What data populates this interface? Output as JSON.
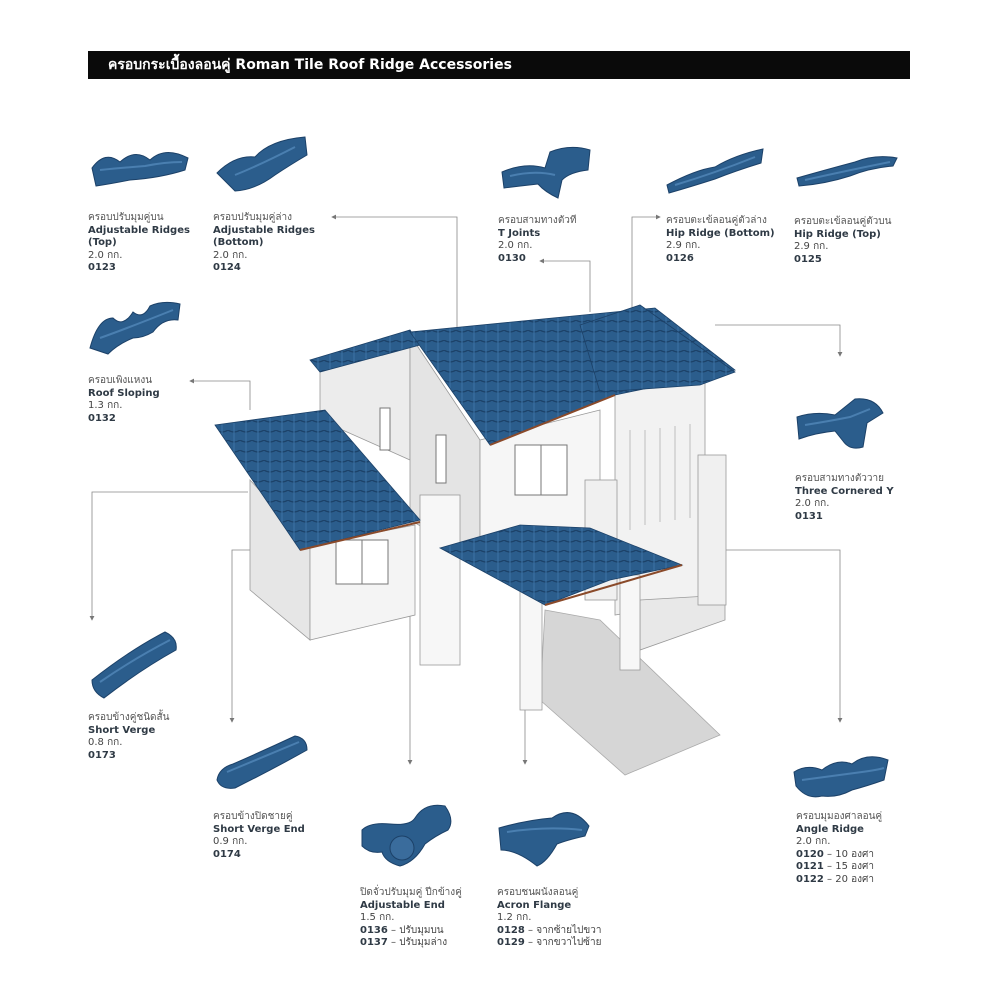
{
  "title": "ครอบกระเบื้องลอนคู่ Roman Tile Roof Ridge Accessories",
  "colors": {
    "tile": "#2b5d8c",
    "tile_dark": "#1c4168",
    "tile_light": "#4a7fb0",
    "header_bg": "#0a0a0a",
    "wall": "#f2f2f2"
  },
  "items": [
    {
      "th": "ครอบปรับมุมคู่บน",
      "en": [
        "Adjustable Ridges",
        "(Top)"
      ],
      "weight": "2.0 กก.",
      "code": "0123"
    },
    {
      "th": "ครอบปรับมุมคู่ล่าง",
      "en": [
        "Adjustable Ridges",
        "(Bottom)"
      ],
      "weight": "2.0 กก.",
      "code": "0124"
    },
    {
      "th": "ครอบสามทางตัวที",
      "en": [
        "T Joints"
      ],
      "weight": "2.0 กก.",
      "code": "0130"
    },
    {
      "th": "ครอบตะเข้ลอนคู่ตัวล่าง",
      "en": [
        "Hip Ridge (Bottom)"
      ],
      "weight": "2.9 กก.",
      "code": "0126"
    },
    {
      "th": "ครอบตะเข้ลอนคู่ตัวบน",
      "en": [
        "Hip Ridge (Top)"
      ],
      "weight": "2.9 กก.",
      "code": "0125"
    },
    {
      "th": "ครอบเพิงแหงน",
      "en": [
        "Roof Sloping"
      ],
      "weight": "1.3 กก.",
      "code": "0132"
    },
    {
      "th": "ครอบสามทางตัววาย",
      "en": [
        "Three Cornered Y"
      ],
      "weight": "2.0 กก.",
      "code": "0131"
    },
    {
      "th": "ครอบข้างคู่ชนิดสั้น",
      "en": [
        "Short Verge"
      ],
      "weight": "0.8 กก.",
      "code": "0173"
    },
    {
      "th": "ครอบข้างปิดชายคู่",
      "en": [
        "Short Verge End"
      ],
      "weight": "0.9 กก.",
      "code": "0174"
    },
    {
      "th": "ปิดจั่วปรับมุมคู่ ปีกข้างคู่",
      "en": [
        "Adjustable End"
      ],
      "weight": "1.5 กก.",
      "codes": [
        {
          "code": "0136",
          "desc": "–  ปรับมุมบน"
        },
        {
          "code": "0137",
          "desc": "–  ปรับมุมล่าง"
        }
      ]
    },
    {
      "th": "ครอบชนผนังลอนคู่",
      "en": [
        "Acron Flange"
      ],
      "weight": "1.2 กก.",
      "codes": [
        {
          "code": "0128",
          "desc": "–  จากซ้ายไปขวา"
        },
        {
          "code": "0129",
          "desc": "–  จากขวาไปซ้าย"
        }
      ]
    },
    {
      "th": "ครอบมุมองศาลอนคู่",
      "en": [
        "Angle Ridge"
      ],
      "weight": "2.0 กก.",
      "codes": [
        {
          "code": "0120",
          "desc": "–  10  องศา"
        },
        {
          "code": "0121",
          "desc": "–  15  องศา"
        },
        {
          "code": "0122",
          "desc": "–  20 องศา"
        }
      ]
    }
  ]
}
